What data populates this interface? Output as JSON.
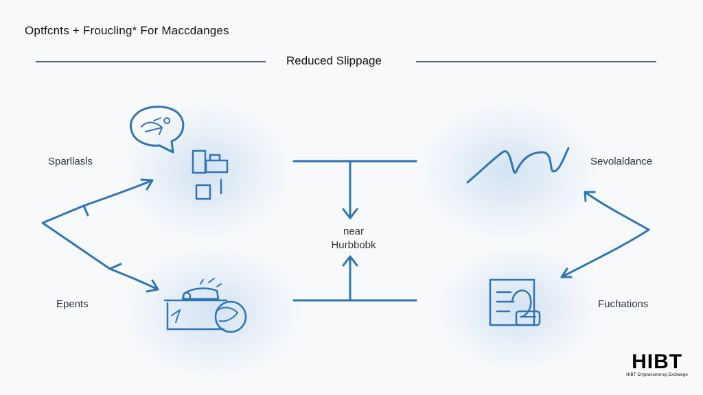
{
  "header": {
    "title": "Optfcnts + Froucling* For Maccdanges",
    "subtitle": "Reduced Slippage"
  },
  "nodes": {
    "top_left": "Sparllasls",
    "bottom_left": "Epents",
    "top_right": "Sevolaldance",
    "bottom_right": "Fuchations"
  },
  "hub": {
    "line1": "near",
    "line2": "Hurbbobk"
  },
  "brand": {
    "logo": "HIBT",
    "tagline": "HIBT Cryptocurrency Exchange"
  },
  "colors": {
    "accent": "#2f74b3",
    "rule": "#5a6470",
    "background": "#f7f9fb"
  }
}
